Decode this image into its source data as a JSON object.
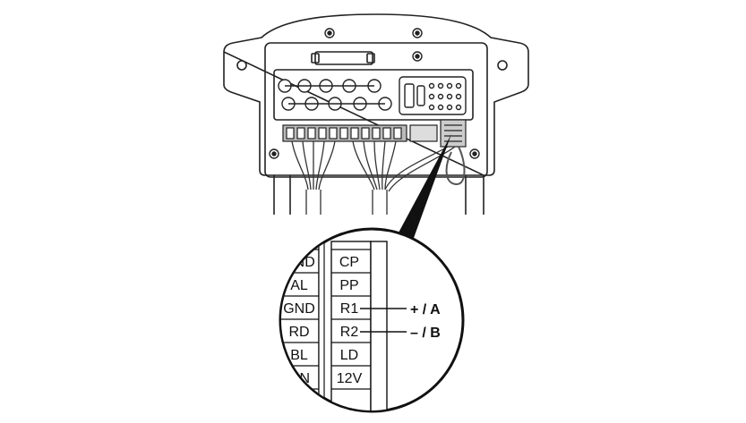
{
  "terminal_block": {
    "left_column": [
      "GND",
      "AL",
      "GND",
      "RD",
      "BL",
      "GN"
    ],
    "right_column": [
      "CP",
      "PP",
      "R1",
      "R2",
      "LD",
      "12V"
    ]
  },
  "connections": [
    {
      "terminal": "R1",
      "label": "+ / A"
    },
    {
      "terminal": "R2",
      "label": "– / B"
    }
  ]
}
